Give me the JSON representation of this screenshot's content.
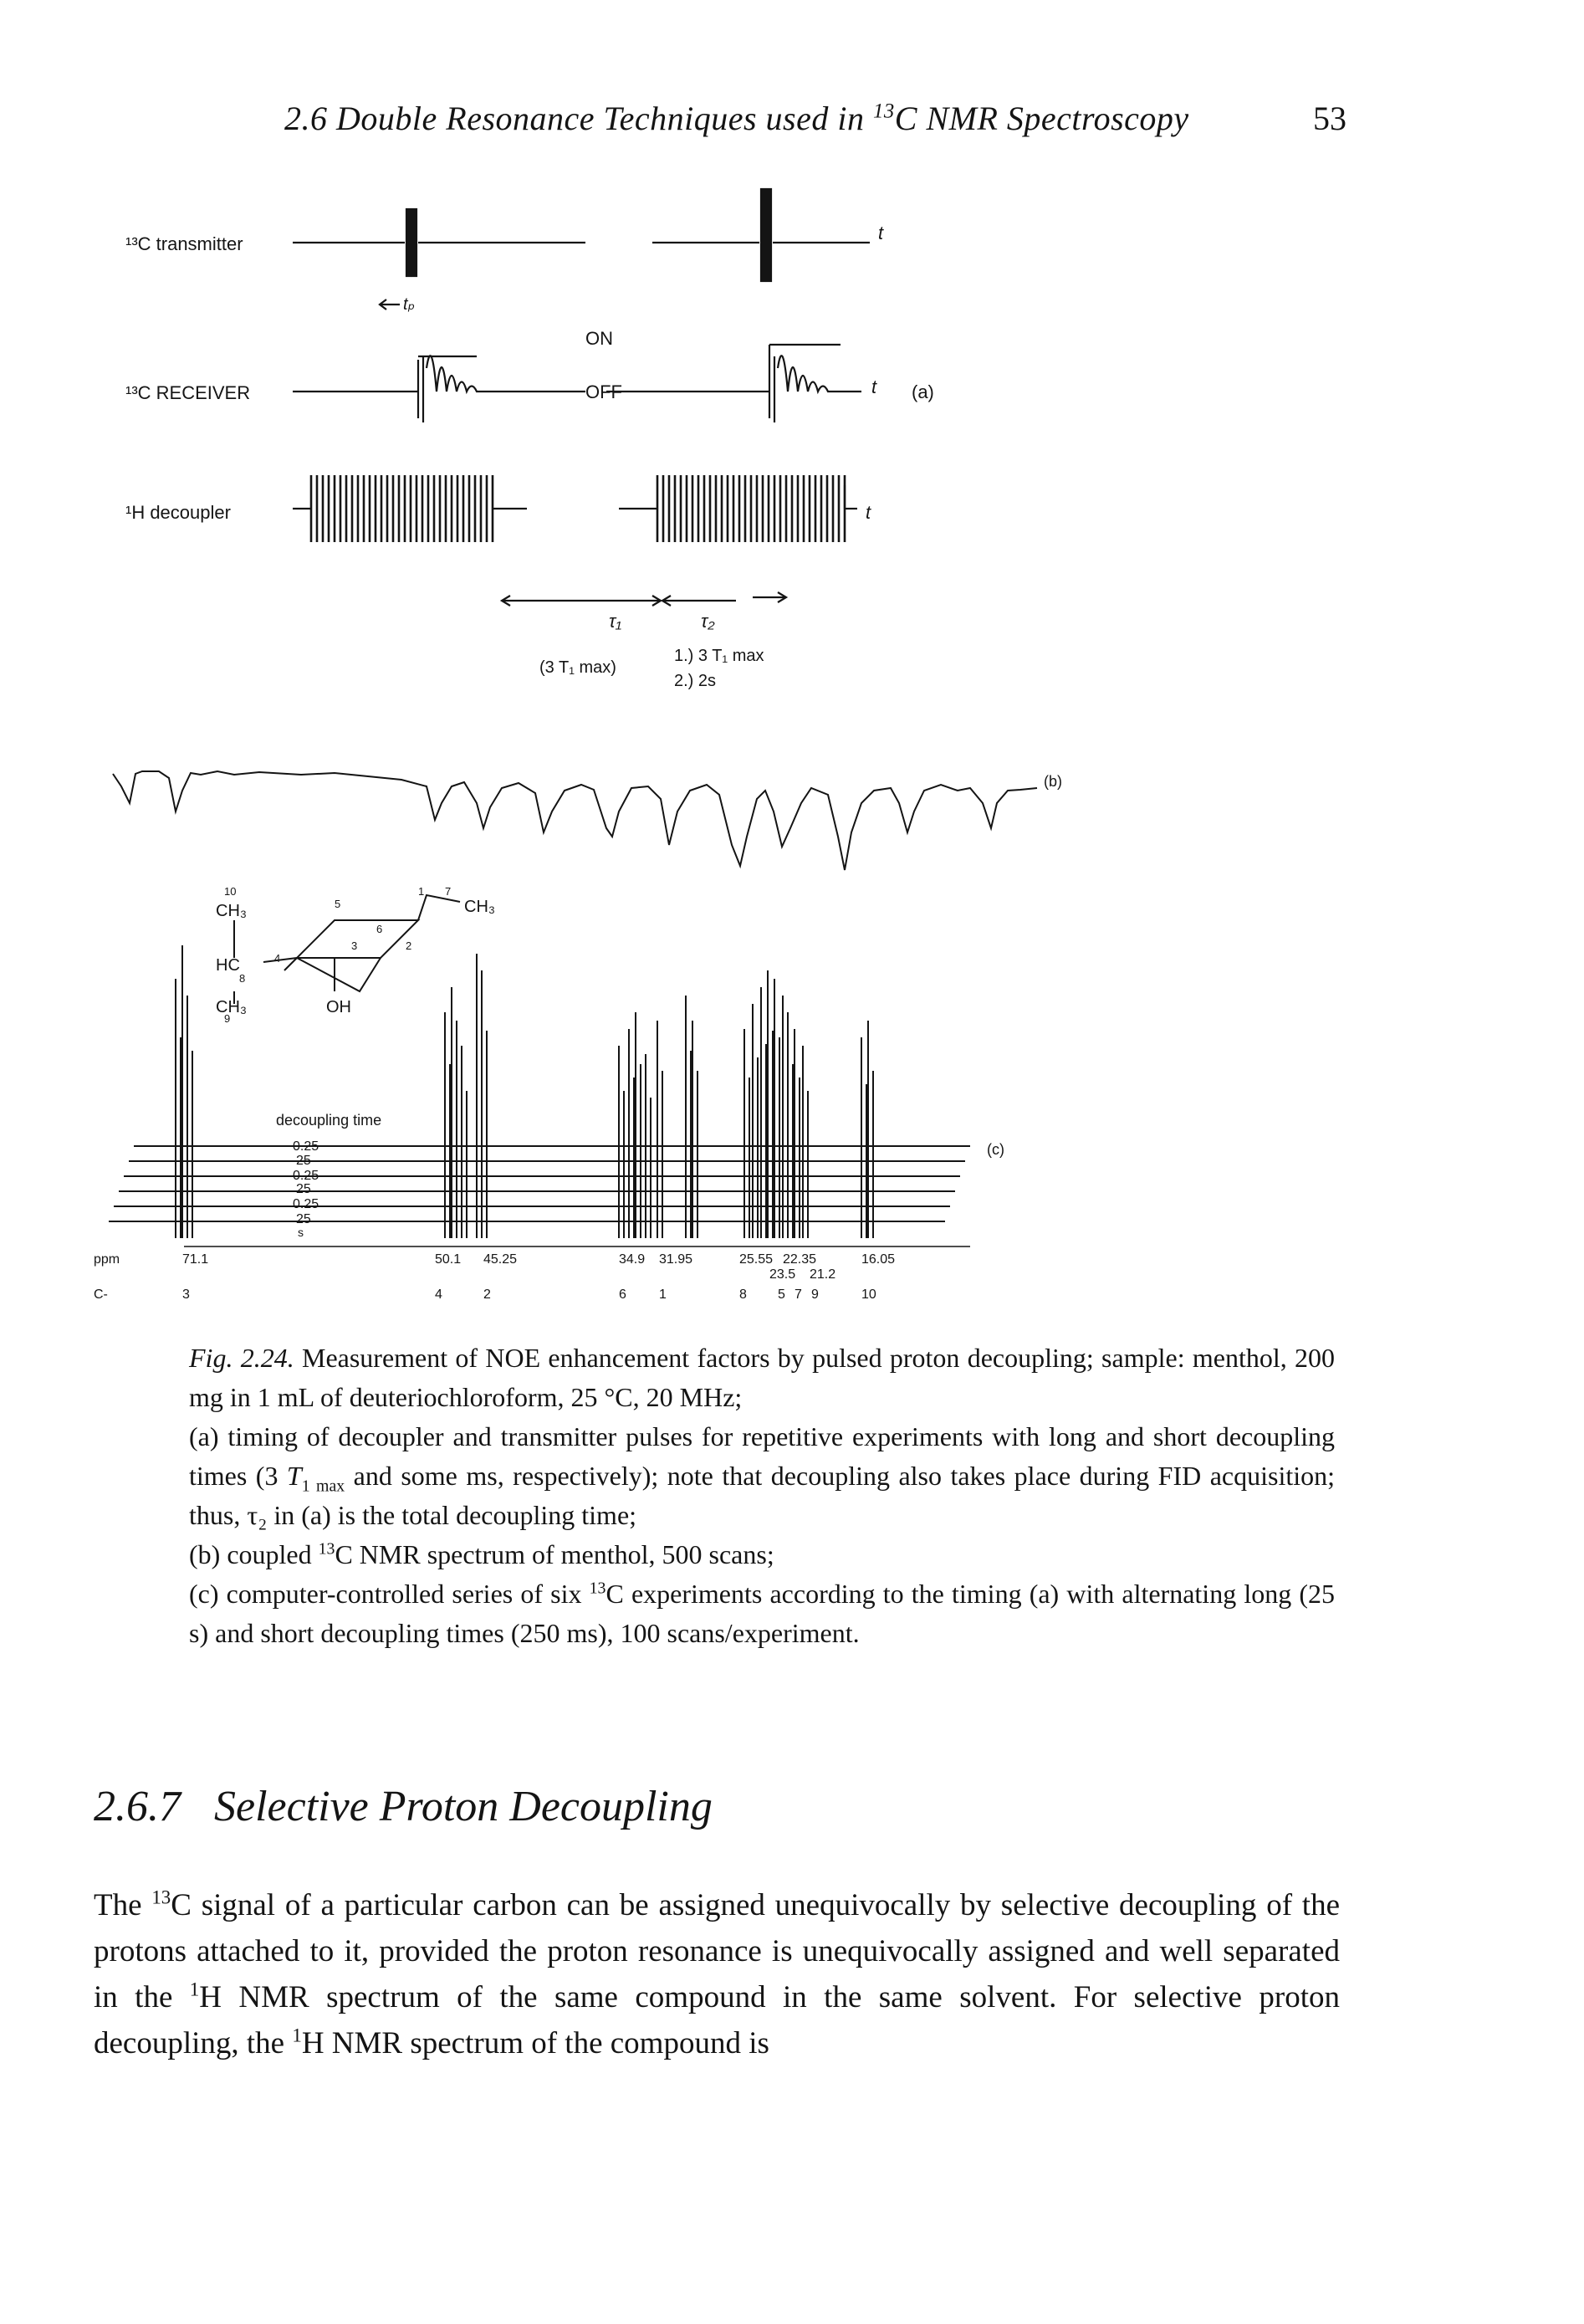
{
  "header": {
    "running_head_pre": "2.6 Double Resonance Techniques used in ",
    "running_head_sup": "13",
    "running_head_post": "C NMR Spectroscopy",
    "page_number": "53"
  },
  "figure": {
    "part_a": {
      "transmitter_label": "¹³C transmitter",
      "receiver_label": "¹³C RECEIVER",
      "decoupler_label": "¹H decoupler",
      "t_label": "t",
      "tp_label": "tₚ",
      "on_label": "ON",
      "off_label": "OFF",
      "panel_label": "(a)",
      "tau1_label": "τ₁",
      "tau1_value": "(3 T₁ max)",
      "tau2_label": "τ₂",
      "tau2_value_1": "1.) 3 T₁ max",
      "tau2_value_2": "2.) 2s"
    },
    "part_b": {
      "panel_label": "(b)"
    },
    "part_c": {
      "panel_label": "(c)",
      "decoupling_time_label": "decoupling time",
      "decoupling_times": [
        "0.25",
        "25",
        "0.25",
        "25",
        "0.25",
        "25"
      ],
      "decoupling_time_unit": "s",
      "molecule": {
        "ch3_top": "CH₃",
        "hc": "HC",
        "ch3_bottom": "CH₃",
        "oh": "OH",
        "ch3_right": "CH₃",
        "atom_numbers": [
          "10",
          "3",
          "4",
          "8",
          "9",
          "6",
          "1",
          "7",
          "2",
          "5"
        ]
      },
      "ppm_label": "ppm",
      "carbon_label": "C-",
      "ppm_ticks": [
        "71.1",
        "50.1",
        "45.25",
        "34.9",
        "31.95",
        "25.55",
        "22.35",
        "23.5",
        "21.2",
        "16.05"
      ],
      "carbon_numbers": [
        "3",
        "4",
        "2",
        "6",
        "1",
        "8",
        "5",
        "7",
        "9",
        "10"
      ]
    }
  },
  "caption": {
    "fig_label": "Fig. 2.24.",
    "line1": " Measurement of NOE enhancement factors by pulsed proton decoupling; sample: menthol, 200 mg in 1 mL of deuteriochloroform, 25 °C, 20 MHz;",
    "line2_pre": "(a) timing of decoupler and transmitter pulses for repetitive experiments with long and short decoupling times (3 ",
    "line2_T": "T",
    "line2_sub": "1 max",
    "line2_post": " and some ms, respectively); note that decoupling also takes place during FID acquisition; thus, τ₂ in (a) is the total decoupling time;",
    "line3_pre": "(b) coupled ",
    "line3_sup": "13",
    "line3_post": "C NMR spectrum of menthol, 500 scans;",
    "line4_pre": "(c) computer-controlled series of six ",
    "line4_sup": "13",
    "line4_post": "C experiments according to the timing (a) with alternating long (25 s) and short decoupling times (250 ms), 100 scans/experiment."
  },
  "section": {
    "number": "2.6.7",
    "title": "Selective Proton Decoupling"
  },
  "body": {
    "p1_a": "The ",
    "p1_sup1": "13",
    "p1_b": "C signal of a particular carbon can be assigned unequivocally by selective decoupling of the protons attached to it, provided the proton resonance is unequivocally assigned and well separated in the ",
    "p1_sup2": "1",
    "p1_c": "H NMR spectrum of the same compound in the same solvent. For selective proton decoupling, the ",
    "p1_sup3": "1",
    "p1_d": "H NMR spectrum of the compound is"
  }
}
